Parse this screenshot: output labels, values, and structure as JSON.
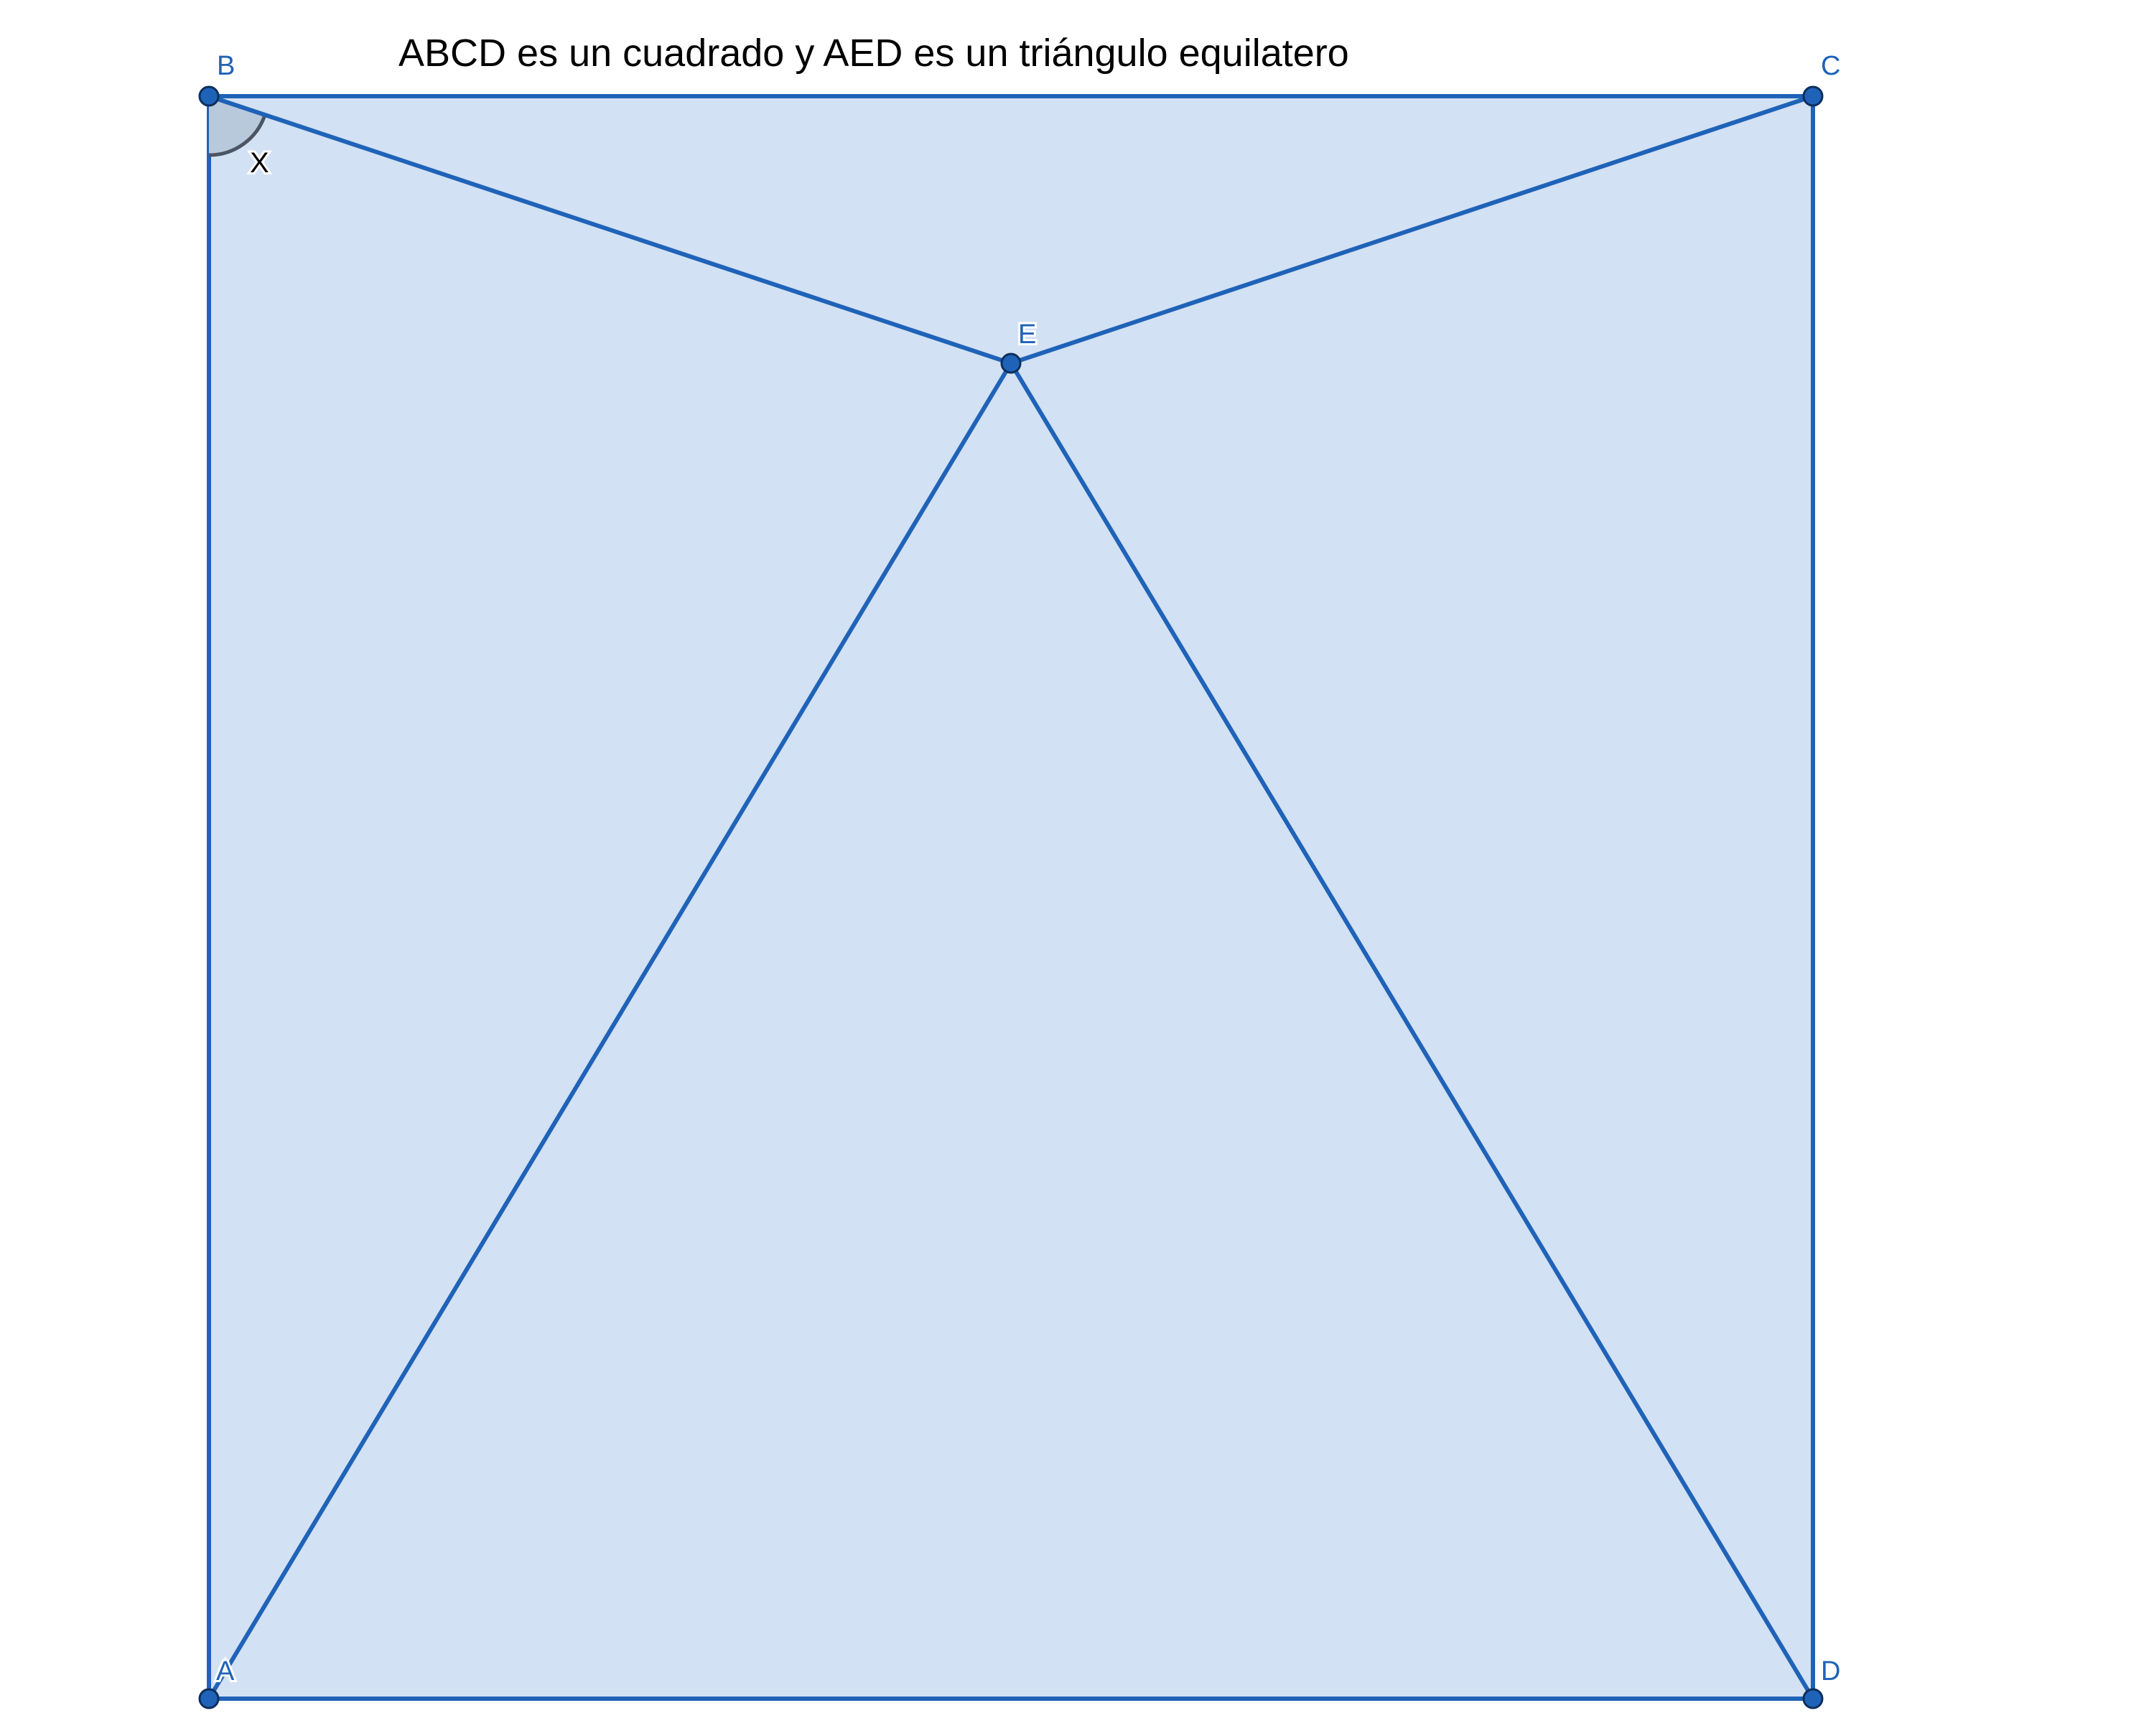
{
  "title": "ABCD es un cuadrado y AED es un triángulo equilatero",
  "points": {
    "A": "A",
    "B": "B",
    "C": "C",
    "D": "D",
    "E": "E"
  },
  "angle": {
    "label": "X",
    "vertex": "B",
    "between": [
      "A",
      "E"
    ]
  },
  "figures": {
    "square": [
      "A",
      "B",
      "C",
      "D"
    ],
    "equilateral_triangle": [
      "A",
      "E",
      "D"
    ],
    "extra_segments": [
      [
        "B",
        "E"
      ],
      [
        "C",
        "E"
      ]
    ]
  },
  "colors": {
    "fill": "#d3e1f4",
    "stroke": "#1f63b8",
    "point_fill": "#1f63b8",
    "point_outline": "#0d2f5c",
    "label": "#1f63b8",
    "angle_fill": "#b9c9dc",
    "angle_stroke": "#4b5563"
  }
}
